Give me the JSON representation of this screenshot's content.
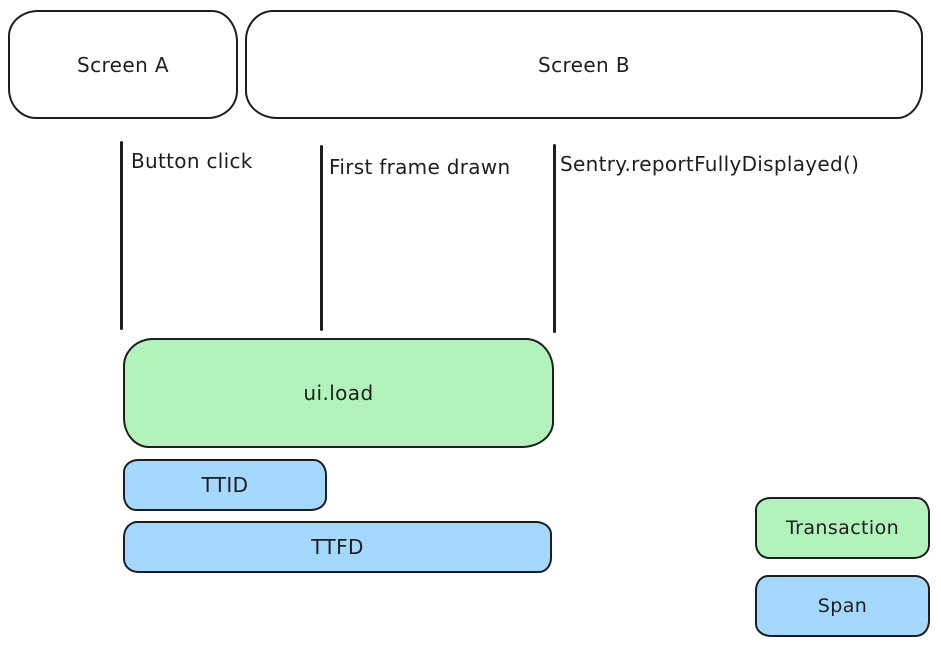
{
  "canvas": {
    "background": "#ffffff",
    "stroke_color": "#1e1e1e"
  },
  "screens": [
    {
      "label": "Screen A"
    },
    {
      "label": "Screen B"
    }
  ],
  "markers": [
    {
      "label": "Button click"
    },
    {
      "label": "First frame drawn"
    },
    {
      "label": "Sentry.reportFullyDisplayed()"
    }
  ],
  "spans": [
    {
      "label": "ui.load",
      "kind": "transaction",
      "color": "#b2f2bb"
    },
    {
      "label": "TTID",
      "kind": "span",
      "color": "#a5d8ff"
    },
    {
      "label": "TTFD",
      "kind": "span",
      "color": "#a5d8ff"
    }
  ],
  "legend": [
    {
      "label": "Transaction",
      "color": "#b2f2bb"
    },
    {
      "label": "Span",
      "color": "#a5d8ff"
    }
  ]
}
